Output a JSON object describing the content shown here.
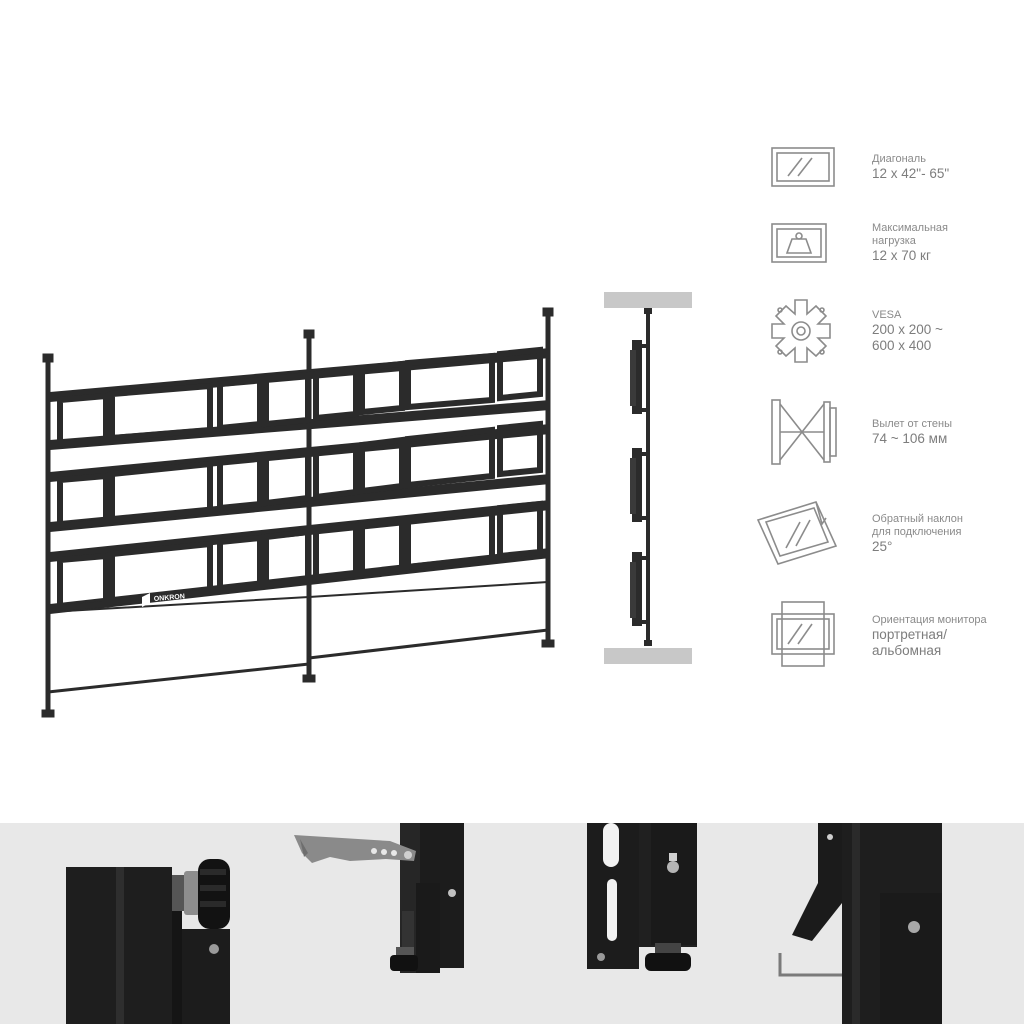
{
  "brand": {
    "logo_text": "ONKRON"
  },
  "colors": {
    "frame": "#2b2b2b",
    "icon_stroke": "#8c8c8c",
    "text": "#8a8a8a",
    "strip_bg": "#e8e8e8",
    "wall_gray": "#c8c8c8"
  },
  "specs": [
    {
      "icon": "screen-diagonal-icon",
      "label": "Диагональ",
      "value": "12 x 42\"- 65\""
    },
    {
      "icon": "weight-icon",
      "label": "Максимальная нагрузка",
      "value": "12 x 70 кг"
    },
    {
      "icon": "vesa-icon",
      "label": "VESA",
      "value": "200 x 200 ~ 600 x 400"
    },
    {
      "icon": "wall-distance-icon",
      "label": "Вылет от стены",
      "value": "74 ~ 106 мм"
    },
    {
      "icon": "tilt-icon",
      "label": "Обратный наклон для подключения",
      "value": "25°"
    },
    {
      "icon": "orientation-icon",
      "label": "Ориентация монитора",
      "value": "портретная/ альбомная"
    }
  ]
}
